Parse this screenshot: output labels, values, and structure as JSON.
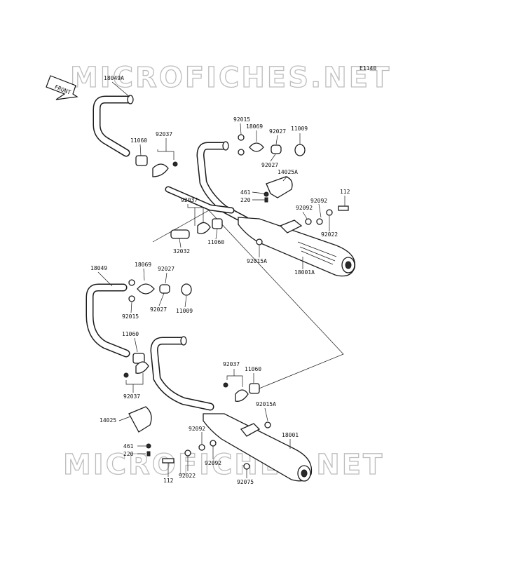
{
  "watermark": "MICROFICHES.NET",
  "diagram_code": "E1140",
  "front_label": "FRONT",
  "parts": [
    {
      "label": "18049A"
    },
    {
      "label": "11060"
    },
    {
      "label": "92037"
    },
    {
      "label": "92015"
    },
    {
      "label": "18069"
    },
    {
      "label": "92027"
    },
    {
      "label": "11009"
    },
    {
      "label": "92027"
    },
    {
      "label": "14025A"
    },
    {
      "label": "461"
    },
    {
      "label": "220"
    },
    {
      "label": "112"
    },
    {
      "label": "92092"
    },
    {
      "label": "92092"
    },
    {
      "label": "92022"
    },
    {
      "label": "92037"
    },
    {
      "label": "32032"
    },
    {
      "label": "11060"
    },
    {
      "label": "92015A"
    },
    {
      "label": "18001A"
    },
    {
      "label": "18049"
    },
    {
      "label": "18069"
    },
    {
      "label": "92027"
    },
    {
      "label": "92015"
    },
    {
      "label": "92027"
    },
    {
      "label": "11009"
    },
    {
      "label": "11060"
    },
    {
      "label": "92037"
    },
    {
      "label": "92037"
    },
    {
      "label": "11060"
    },
    {
      "label": "92015A"
    },
    {
      "label": "14025"
    },
    {
      "label": "461"
    },
    {
      "label": "220"
    },
    {
      "label": "92092"
    },
    {
      "label": "18001"
    },
    {
      "label": "92092"
    },
    {
      "label": "112"
    },
    {
      "label": "92022"
    },
    {
      "label": "92075"
    }
  ]
}
